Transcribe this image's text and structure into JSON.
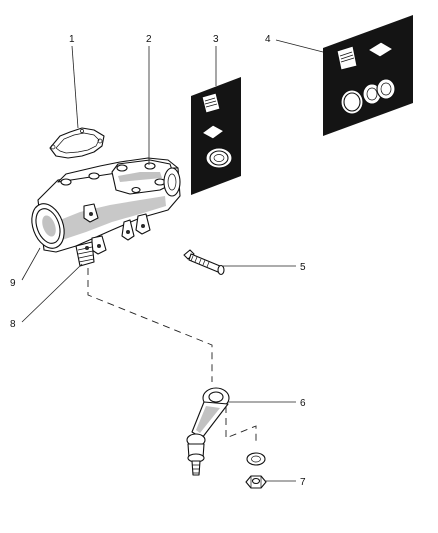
{
  "callouts": {
    "c1": "1",
    "c2": "2",
    "c3": "3",
    "c4": "4",
    "c5": "5",
    "c6": "6",
    "c7": "7",
    "c8": "8",
    "c9": "9"
  },
  "colors": {
    "ink": "#111111",
    "paper": "#ffffff",
    "card": "#141414",
    "shade": "#9a9a9a"
  }
}
